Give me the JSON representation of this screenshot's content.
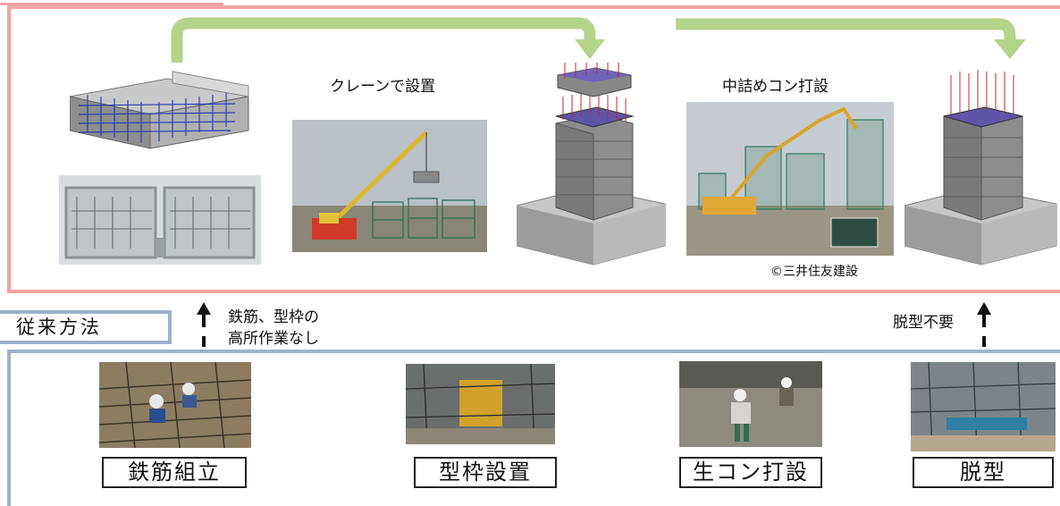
{
  "new_method": {
    "step_crane": "クレーンで設置",
    "step_pour": "中詰めコン打設",
    "credit": "©三井住友建設",
    "note_left_line1": "鉄筋、型枠の",
    "note_left_line2": "高所作業なし",
    "note_right": "脱型不要"
  },
  "conventional": {
    "title": "従来方法",
    "steps": [
      "鉄筋組立",
      "型枠設置",
      "生コン打設",
      "脱型"
    ]
  },
  "colors": {
    "new_frame": "#f2a3a3",
    "conventional_frame": "#9fb1c9",
    "flow_arrow": "#b5d389",
    "rebar_blue": "#1f2fb0",
    "rebar_red": "#c2282d"
  }
}
